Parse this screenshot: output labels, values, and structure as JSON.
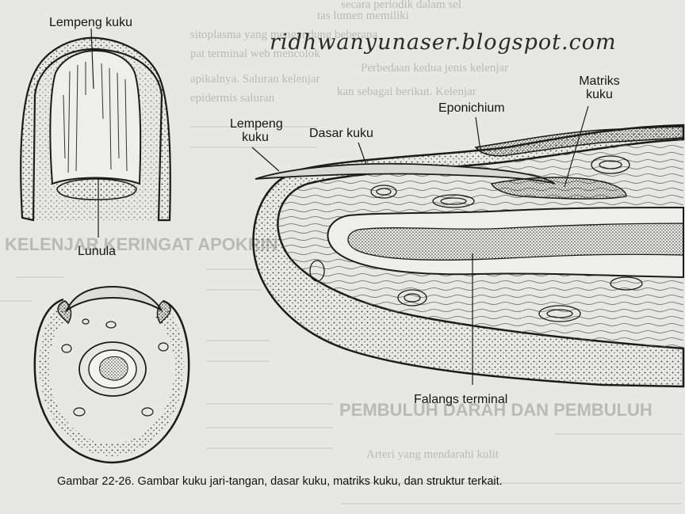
{
  "watermark": "ridhwanyunaser.blogspot.com",
  "labels": {
    "lempeng_kuku_top": "Lempeng kuku",
    "lunula": "Lunula",
    "lempeng_kuku_side_1": "Lempeng",
    "lempeng_kuku_side_2": "kuku",
    "dasar_kuku": "Dasar kuku",
    "eponichium": "Eponichium",
    "matriks_kuku_1": "Matriks",
    "matriks_kuku_2": "kuku",
    "falangs_terminal": "Falangs terminal"
  },
  "caption": "Gambar 22-26. Gambar kuku jari-tangan, dasar kuku, matriks kuku, dan struktur terkait.",
  "background_text": {
    "line_1": "tas lumen memiliki",
    "line_2": "sitoplasma yang mengandung beberapa",
    "line_3": "pat terminal web mencolok",
    "line_4": "apikalnya. Saluran kelenjar",
    "line_5": "epidermis saluran",
    "line_6": "Perbedaan kedua jenis kelenjar",
    "line_7": "kan sebagai berikut. Kelenjar",
    "heading_1": "KELENJAR KERINGAT APOKRIN",
    "heading_2": "PEMBULUH DARAH DAN PEMBULUH",
    "line_8": "Arteri yang mendarahi kulit",
    "line_9": "secara periodik dalam sel"
  },
  "colors": {
    "paper": "#e7e7e5",
    "ink": "#1b1b1b",
    "faint_print": "#b9b9b6"
  }
}
